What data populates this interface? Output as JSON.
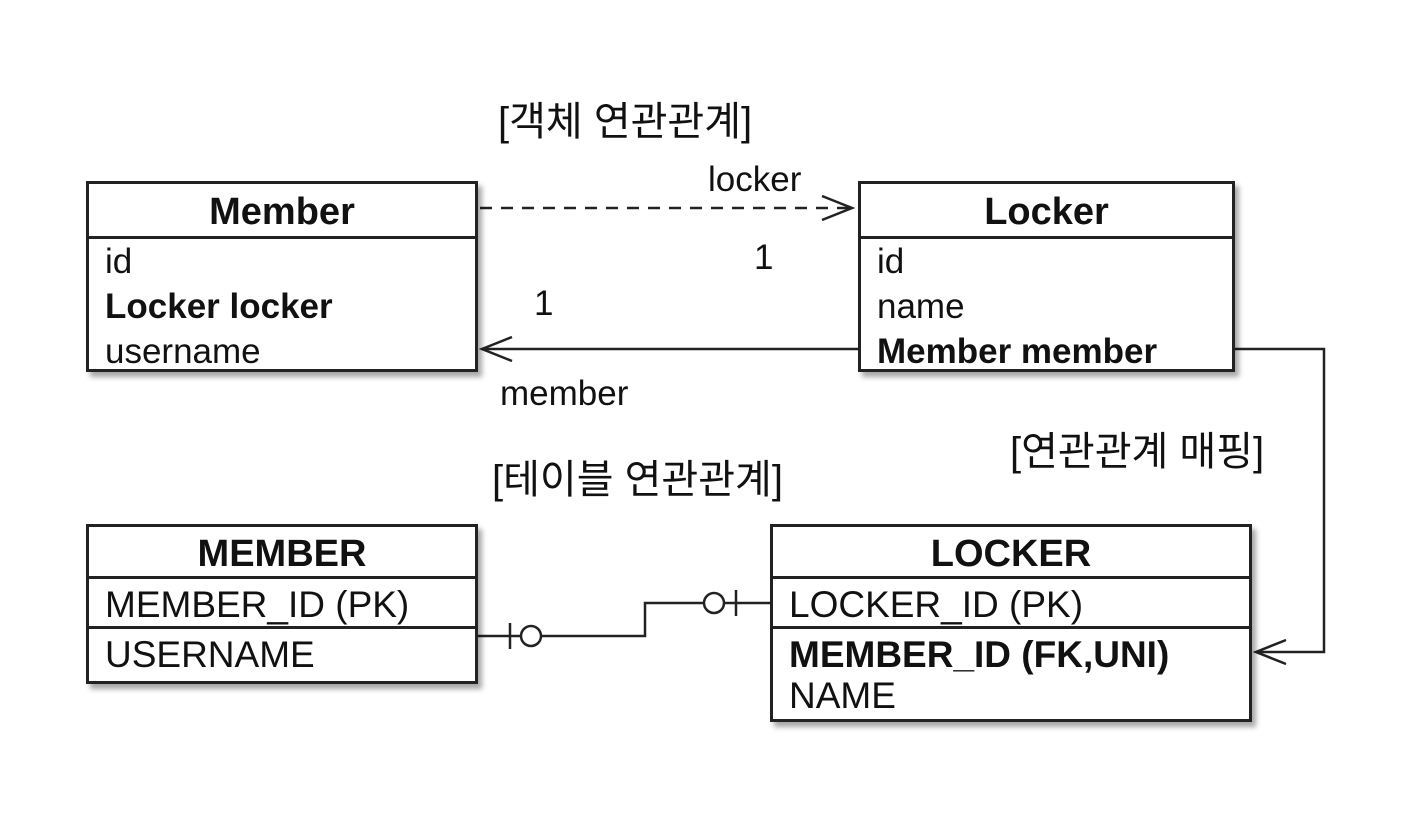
{
  "headings": {
    "object_relation": "[객체 연관관계]",
    "table_relation": "[테이블 연관관계]",
    "relation_mapping": "[연관관계 매핑]"
  },
  "member_class": {
    "title": "Member",
    "fields": [
      {
        "text": "id",
        "bold": false
      },
      {
        "text": "Locker locker",
        "bold": true
      },
      {
        "text": "username",
        "bold": false
      }
    ]
  },
  "locker_class": {
    "title": "Locker",
    "fields": [
      {
        "text": "id",
        "bold": false
      },
      {
        "text": "name",
        "bold": false
      },
      {
        "text": "Member member",
        "bold": true
      }
    ]
  },
  "member_table": {
    "title": "MEMBER",
    "columns": [
      {
        "text": "MEMBER_ID (PK)",
        "bold": false
      },
      {
        "text": "USERNAME",
        "bold": false
      }
    ]
  },
  "locker_table": {
    "title": "LOCKER",
    "columns": [
      {
        "text": "LOCKER_ID (PK)",
        "bold": false
      },
      {
        "text": "MEMBER_ID (FK,UNI)",
        "bold": true
      },
      {
        "text": "NAME",
        "bold": false
      }
    ]
  },
  "associations": {
    "member_to_locker": {
      "role": "locker",
      "multiplicity": "1"
    },
    "locker_to_member": {
      "role": "member",
      "multiplicity": "1"
    }
  }
}
